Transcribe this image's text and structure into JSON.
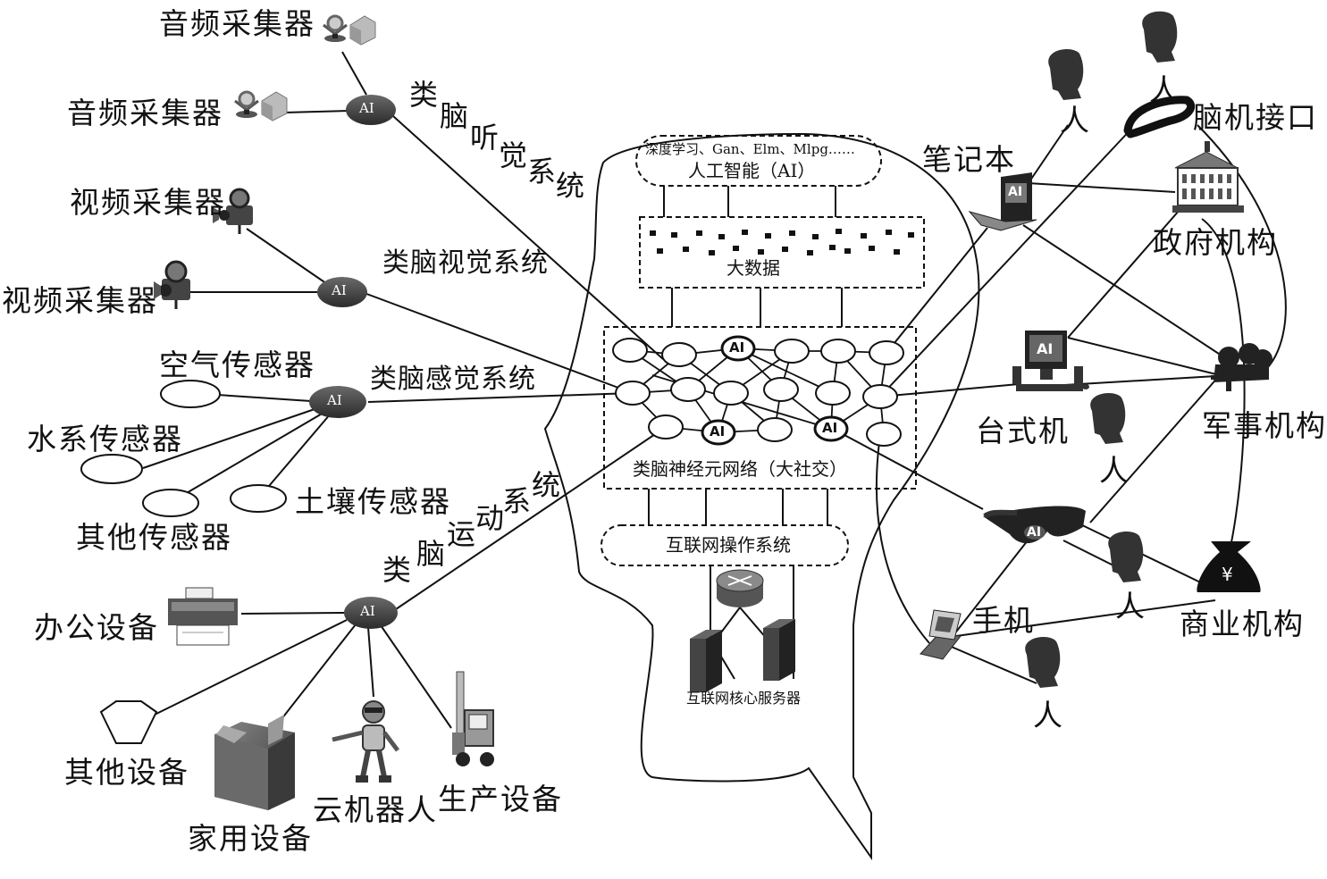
{
  "diagram": {
    "ai_hub_label": "AI",
    "brain": {
      "ai_box_line1": "深度学习、Gan、Elm、Mlpg……",
      "ai_box_line2": "人工智能（AI）",
      "bigdata_label": "大数据",
      "neural_net_label": "类脑神经元网络（大社交）",
      "os_label": "互联网操作系统",
      "servers_label": "互联网核心服务器"
    },
    "systems": {
      "hearing": [
        "类",
        "脑",
        "听",
        "觉",
        "系",
        "统"
      ],
      "vision": "类脑视觉系统",
      "sense": "类脑感觉系统",
      "motion": [
        "类",
        "脑",
        "运",
        "动",
        "系",
        "统"
      ]
    },
    "inputs": {
      "audio1": "音频采集器",
      "audio2": "音频采集器",
      "video1": "视频采集器",
      "video2": "视频采集器",
      "air": "空气传感器",
      "water": "水系传感器",
      "soil": "土壤传感器",
      "other_sensor": "其他传感器"
    },
    "devices": {
      "office": "办公设备",
      "other": "其他设备",
      "home": "家用设备",
      "robot": "云机器人",
      "production": "生产设备"
    },
    "right": {
      "notebook": "笔记本",
      "bci": "脑机接口",
      "gov": "政府机构",
      "desktop": "台式机",
      "military": "军事机构",
      "phone": "手机",
      "business": "商业机构",
      "person": "人",
      "ai_tag": "AI",
      "yen": "¥"
    }
  }
}
